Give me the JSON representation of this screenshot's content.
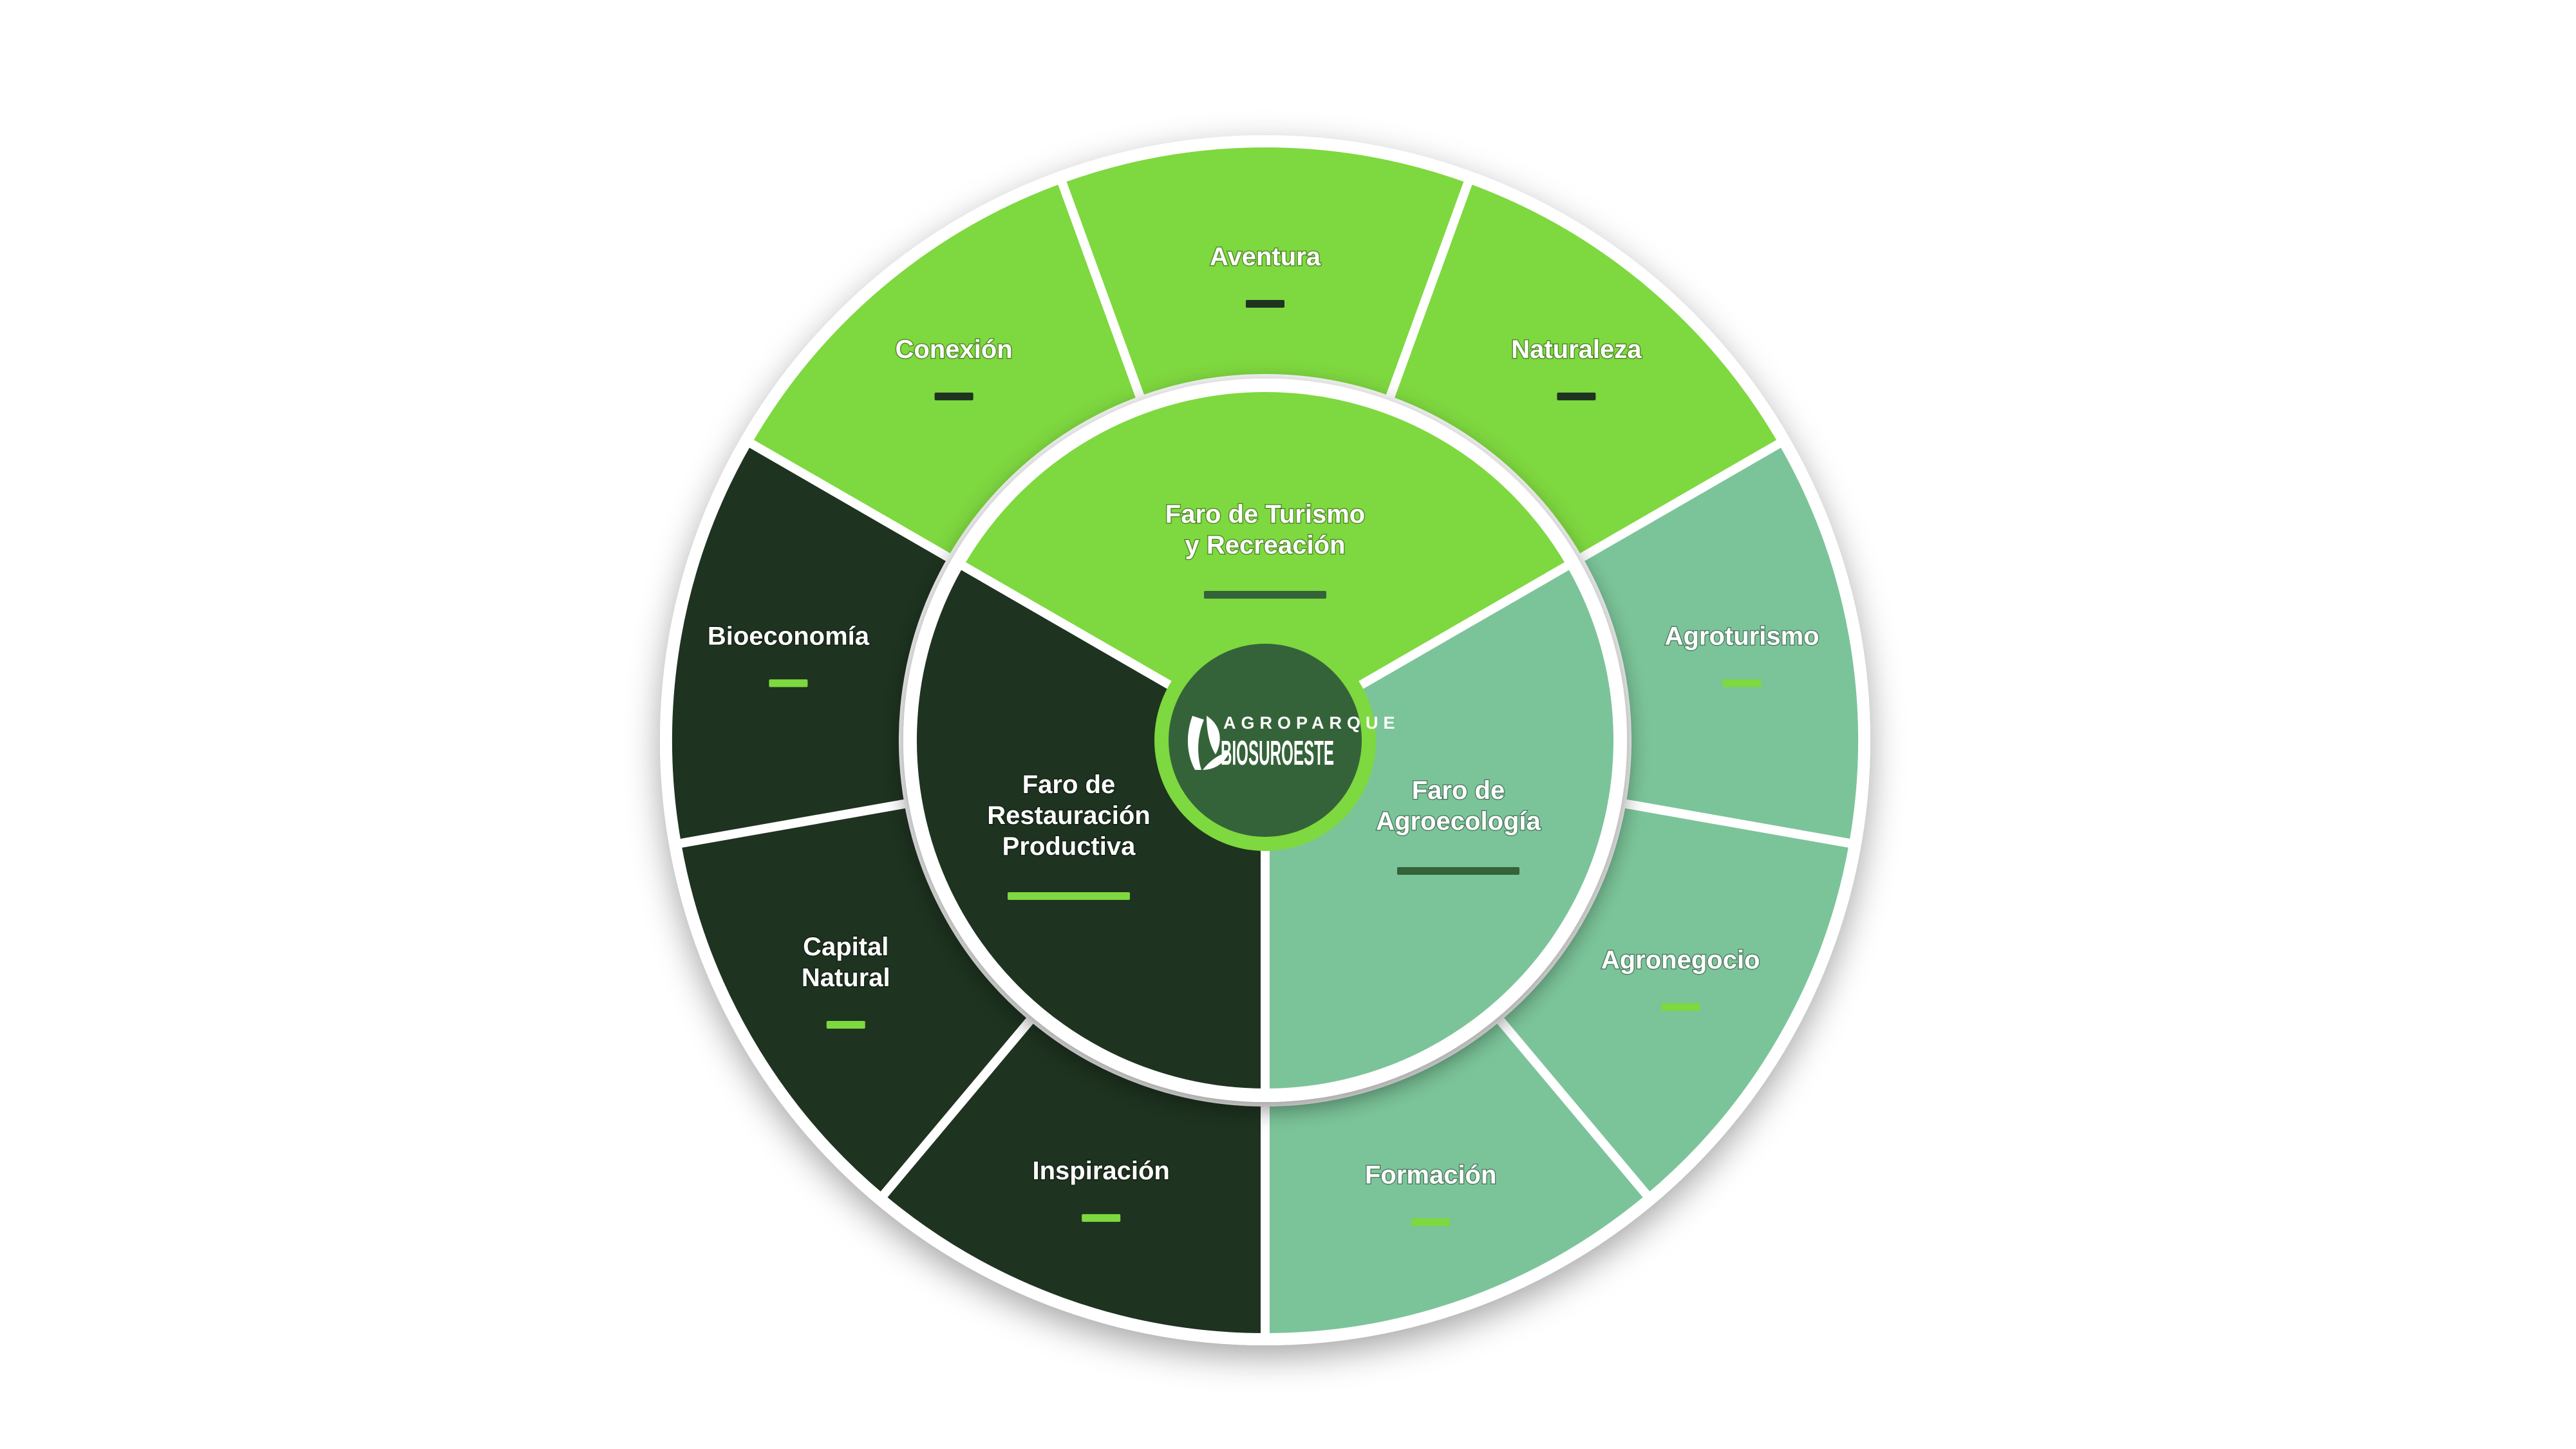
{
  "center": {
    "logo_small": "AGROPARQUE",
    "logo_big": "BIOSUROESTE",
    "logo_icon": "leaf-icon"
  },
  "colors": {
    "bright_green": "#7ed83f",
    "dark_green": "#1e3320",
    "sage_green": "#7bc499",
    "center_fill": "#356339",
    "center_ring": "#7ed83f",
    "divider": "#ffffff"
  },
  "inner_segments": [
    {
      "id": "turismo",
      "lines": [
        "Faro de Turismo",
        "y Recreación"
      ],
      "color": "bright_green",
      "bar_color": "#356339"
    },
    {
      "id": "agroecologia",
      "lines": [
        "Faro de",
        "Agroecología"
      ],
      "color": "sage_green",
      "bar_color": "#356339"
    },
    {
      "id": "restauracion",
      "lines": [
        "Faro de",
        "Restauración",
        "Productiva"
      ],
      "color": "dark_green",
      "bar_color": "#7ed83f"
    }
  ],
  "outer_segments": [
    {
      "id": "conexion",
      "lines": [
        "Conexión"
      ],
      "color": "bright_green",
      "bar_color": "#1e3320"
    },
    {
      "id": "aventura",
      "lines": [
        "Aventura"
      ],
      "color": "bright_green",
      "bar_color": "#1e3320"
    },
    {
      "id": "naturaleza",
      "lines": [
        "Naturaleza"
      ],
      "color": "bright_green",
      "bar_color": "#1e3320"
    },
    {
      "id": "agroturismo",
      "lines": [
        "Agroturismo"
      ],
      "color": "sage_green",
      "bar_color": "#7ed83f"
    },
    {
      "id": "agronegocio",
      "lines": [
        "Agronegocio"
      ],
      "color": "sage_green",
      "bar_color": "#7ed83f"
    },
    {
      "id": "formacion",
      "lines": [
        "Formación"
      ],
      "color": "sage_green",
      "bar_color": "#7ed83f"
    },
    {
      "id": "inspiracion",
      "lines": [
        "Inspiración"
      ],
      "color": "dark_green",
      "bar_color": "#7ed83f"
    },
    {
      "id": "capital-natural",
      "lines": [
        "Capital",
        "Natural"
      ],
      "color": "dark_green",
      "bar_color": "#7ed83f"
    },
    {
      "id": "bioeconomia",
      "lines": [
        "Bioeconomía"
      ],
      "color": "dark_green",
      "bar_color": "#7ed83f"
    }
  ]
}
